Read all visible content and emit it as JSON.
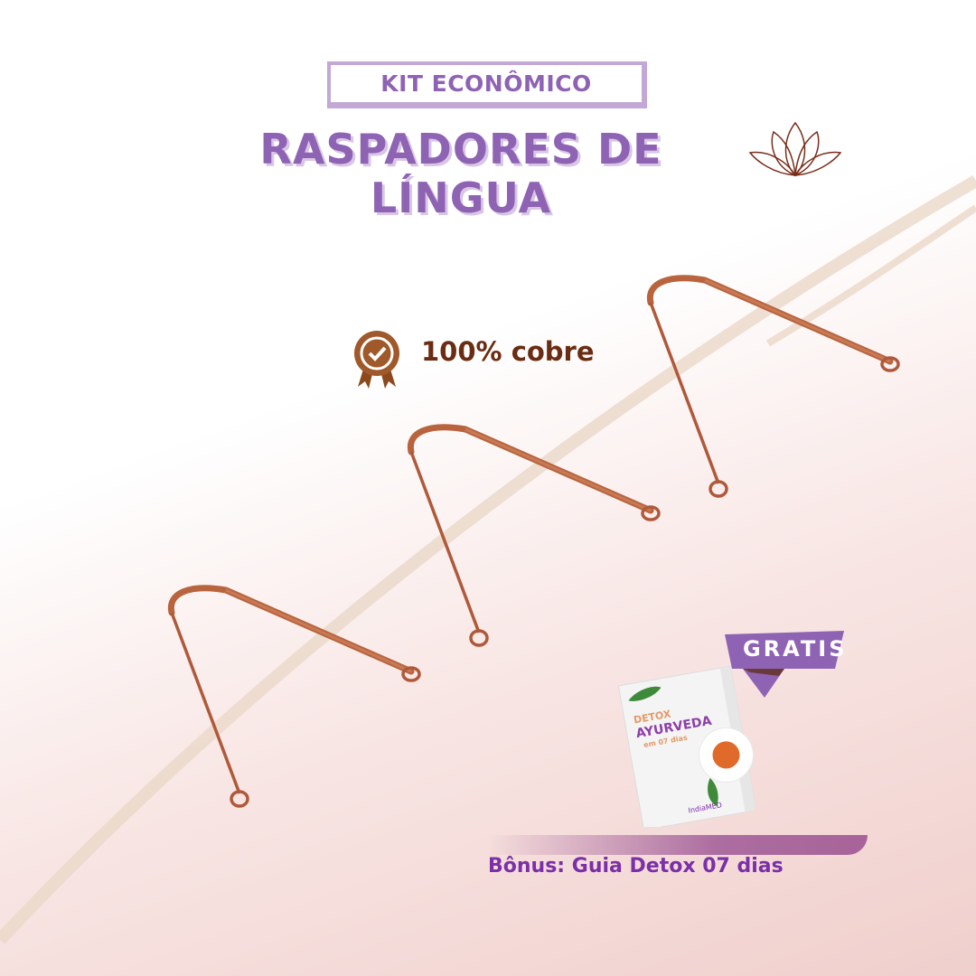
{
  "header": {
    "kit_label": "KIT ECONÔMICO",
    "title": "RASPADORES DE LÍNGUA"
  },
  "badge": {
    "text": "100% cobre"
  },
  "bonus": {
    "tag": "GRATIS",
    "book_line1": "DETOX",
    "book_line2": "AYURVEDA",
    "book_line3": "em 07 dias",
    "book_brand": "IndiaMED",
    "caption": "Bônus: Guia Detox 07 dias"
  },
  "colors": {
    "purple": "#8e63b3",
    "copper": "#b8643f",
    "brown": "#6a2c12"
  }
}
